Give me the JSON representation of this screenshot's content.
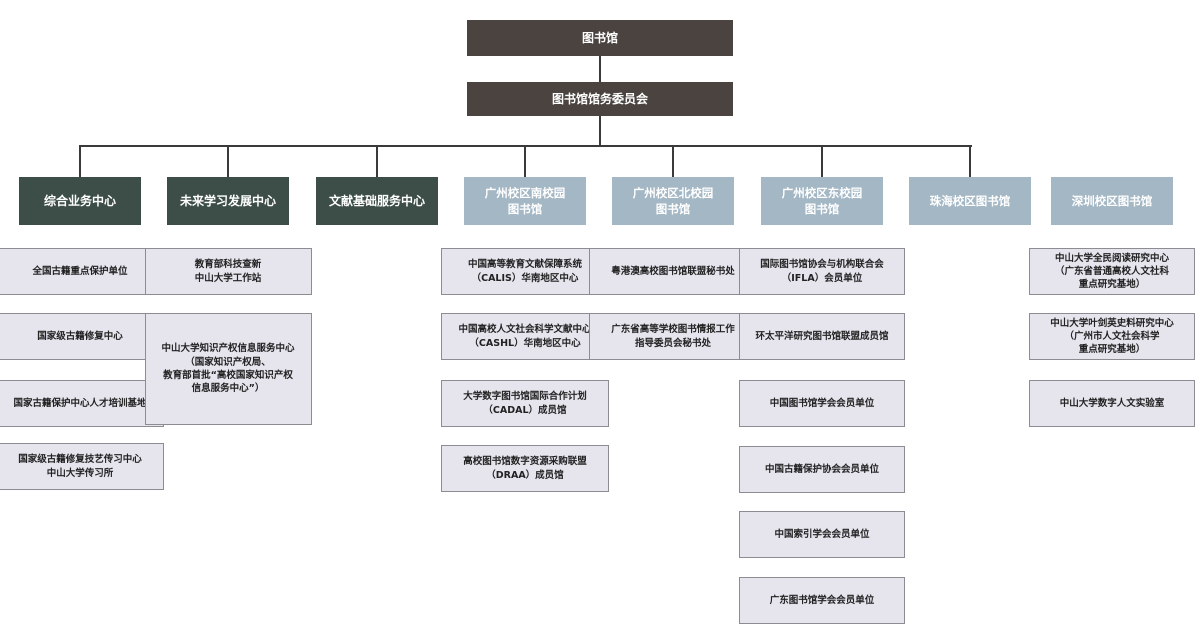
{
  "top": {
    "title": "图书馆",
    "committee": "图书馆馆务委员会"
  },
  "columns": [
    {
      "header": "综合业务中心",
      "kind": "dept",
      "items": [
        "全国古籍重点保护单位",
        "国家级古籍修复中心",
        "国家古籍保护中心人才培训基地",
        "国家级古籍修复技艺传习中心\n中山大学传习所"
      ]
    },
    {
      "header": "未来学习发展中心",
      "kind": "dept",
      "items": [
        "教育部科技查新\n中山大学工作站",
        "中山大学知识产权信息服务中心\n（国家知识产权局、\n教育部首批“高校国家知识产权\n信息服务中心”）"
      ]
    },
    {
      "header": "文献基础服务中心",
      "kind": "dept",
      "items": []
    },
    {
      "header": "广州校区南校园\n图书馆",
      "kind": "campus",
      "items": [
        "中国高等教育文献保障系统\n（CALIS）华南地区中心",
        "中国高校人文社会科学文献中心\n（CASHL）华南地区中心",
        "大学数字图书馆国际合作计划\n（CADAL）成员馆",
        "高校图书馆数字资源采购联盟\n（DRAA）成员馆"
      ]
    },
    {
      "header": "广州校区北校园\n图书馆",
      "kind": "campus",
      "items": [
        "粤港澳高校图书馆联盟秘书处",
        "广东省高等学校图书情报工作\n指导委员会秘书处"
      ]
    },
    {
      "header": "广州校区东校园\n图书馆",
      "kind": "campus",
      "items": [
        "国际图书馆协会与机构联合会\n（IFLA）会员单位",
        "环太平洋研究图书馆联盟成员馆",
        "中国图书馆学会会员单位",
        "中国古籍保护协会会员单位",
        "中国索引学会会员单位",
        "广东图书馆学会会员单位"
      ]
    },
    {
      "header": "珠海校区图书馆",
      "kind": "campus",
      "items": []
    },
    {
      "header": "深圳校区图书馆",
      "kind": "campus",
      "items": [
        "中山大学全民阅读研究中心\n（广东省普通高校人文社科\n重点研究基地）",
        "中山大学叶剑英史料研究中心\n（广州市人文社会科学\n重点研究基地）",
        "中山大学数字人文实验室"
      ]
    }
  ]
}
